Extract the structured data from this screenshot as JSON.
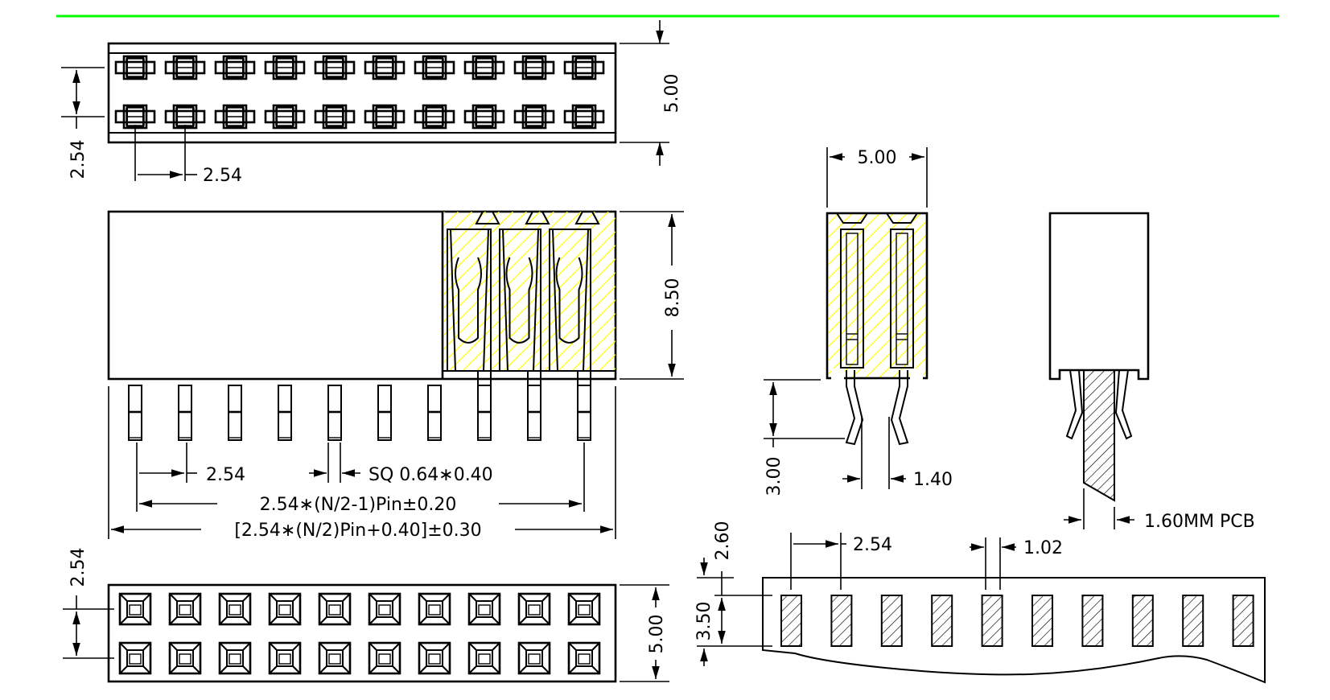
{
  "drawing": {
    "title_rule_color": "#00ff00",
    "section_hatch_color": "#ffff00",
    "pin_count_per_row": 10,
    "rows": 2,
    "views": {
      "top_view": {
        "dim_width": "5.00",
        "dim_row_pitch": "2.54",
        "dim_pin_pitch": "2.54"
      },
      "front_view": {
        "dim_height": "8.50",
        "dim_pin_pitch": "2.54",
        "dim_pin_size": "SQ 0.64∗0.40",
        "dim_pin_span": "2.54∗(N/2-1)Pin±0.20",
        "dim_overall_length": "[2.54∗(N/2)Pin+0.40]±0.30"
      },
      "bottom_view": {
        "dim_row_pitch": "2.54",
        "dim_width": "5.00"
      },
      "side_section": {
        "dim_width": "5.00",
        "dim_tail_length": "3.00",
        "dim_tail_gap": "1.40"
      },
      "side_pcb": {
        "dim_pcb_thickness": "1.60MM PCB"
      },
      "pcb_layout": {
        "dim_edge_offset": "2.60",
        "dim_pad_pitch": "2.54",
        "dim_pad_width": "1.02",
        "dim_pad_length": "3.50"
      }
    }
  }
}
